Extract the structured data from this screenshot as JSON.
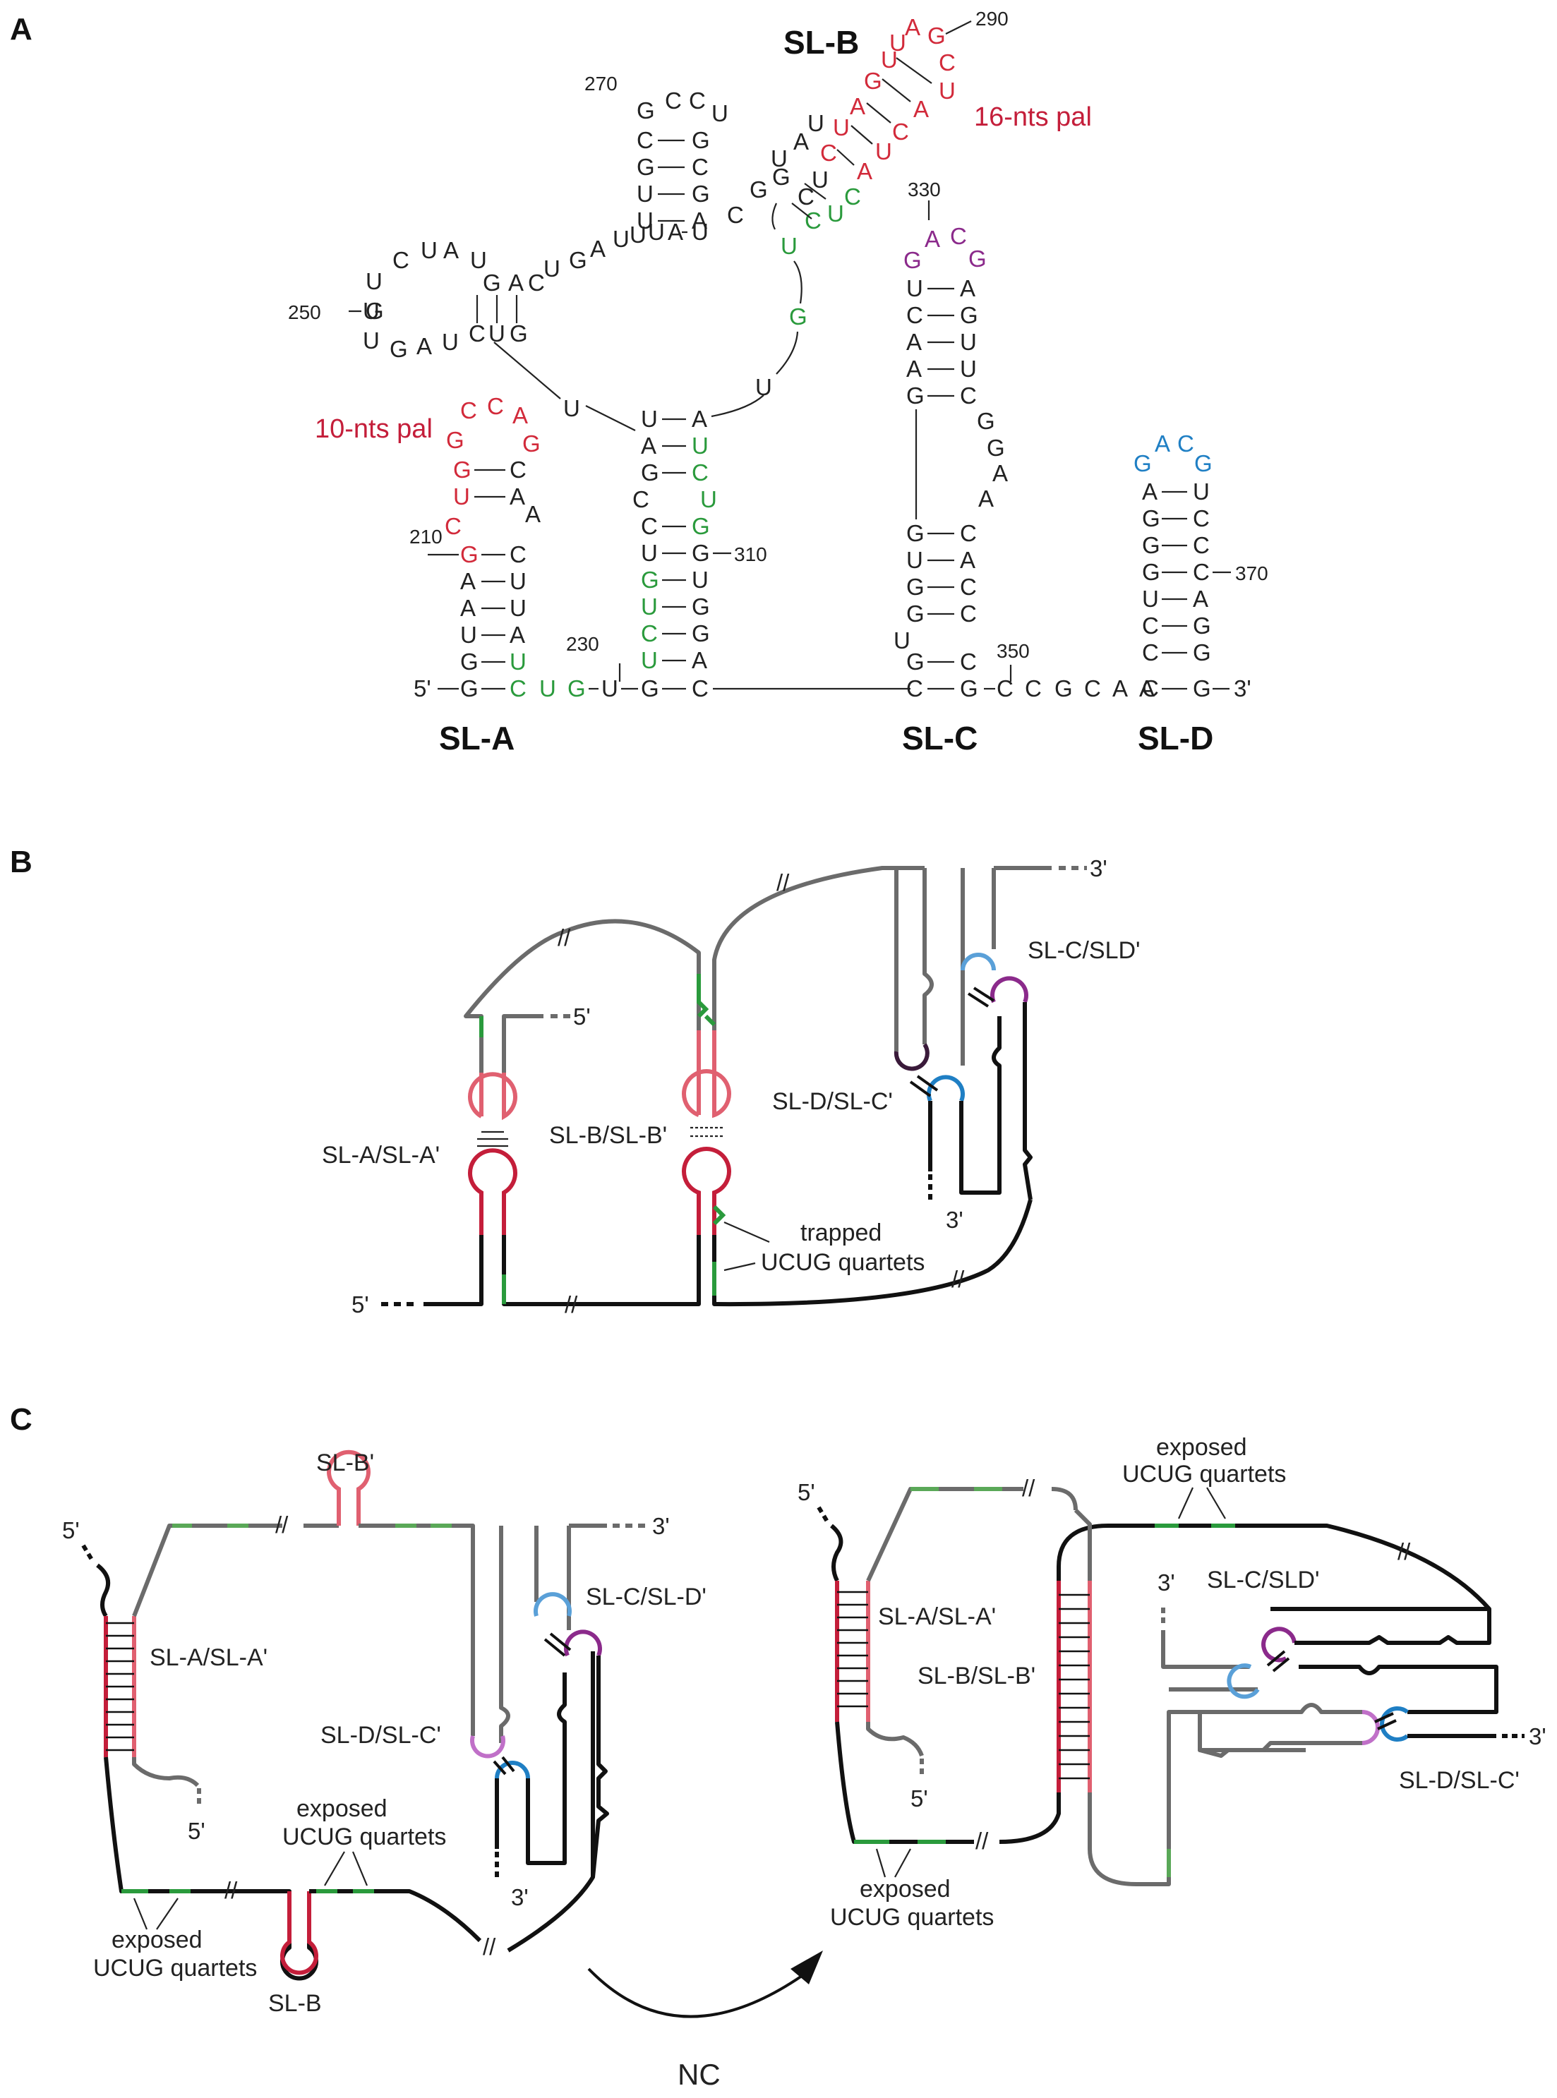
{
  "panels": {
    "a": "A",
    "b": "B",
    "c": "C"
  },
  "colors": {
    "red": "#d22a3a",
    "pink": "#e06070",
    "green": "#2a9a3c",
    "purple": "#8b2a8b",
    "blue": "#1f7fc4",
    "lightblue": "#5aa0d8",
    "grey": "#6b6b6b",
    "black": "#111111"
  },
  "panel_a": {
    "stem_labels": {
      "sla": "SL-A",
      "slb": "SL-B",
      "slc": "SL-C",
      "sld": "SL-D"
    },
    "pal10": "10-nts pal",
    "pal16": "16-nts pal",
    "ends": {
      "five": "5'",
      "three": "3'"
    },
    "numbers": {
      "n210": "210",
      "n230": "230",
      "n250": "250",
      "n270": "270",
      "n290": "290",
      "n310": "310",
      "n330": "330",
      "n350": "350",
      "n370": "370"
    }
  },
  "panel_b": {
    "labels": {
      "sla": "SL-A/SL-A'",
      "slb": "SL-B/SL-B'",
      "sld": "SL-D/SL-C'",
      "slc": "SL-C/SLD'",
      "trapped1": "trapped",
      "trapped2": "UCUG quartets"
    },
    "ends": {
      "five_top": "5'",
      "five_bottom": "5'",
      "three_top": "3'",
      "three_inner": "3'"
    }
  },
  "panel_c": {
    "left": {
      "sla": "SL-A/SL-A'",
      "slb_top": "SL-B'",
      "slb_bottom": "SL-B",
      "sld": "SL-D/SL-C'",
      "slc": "SL-C/SL-D'",
      "exposed_top_1": "exposed",
      "exposed_top_2": "UCUG quartets",
      "exposed_bottom_1": "exposed",
      "exposed_bottom_2": "UCUG quartets",
      "five_top": "5'",
      "five_inner": "5'",
      "three_top": "3'",
      "three_inner": "3'"
    },
    "right": {
      "sla": "SL-A/SL-A'",
      "slb": "SL-B/SL-B'",
      "slc": "SL-C/SLD'",
      "sld": "SL-D/SL-C'",
      "exposed_top_1": "exposed",
      "exposed_top_2": "UCUG quartets",
      "exposed_bottom_1": "exposed",
      "exposed_bottom_2": "UCUG quartets",
      "five_top": "5'",
      "five_inner": "5'",
      "three_right": "3'",
      "three_inner": "3'"
    },
    "arrow_label": "NC"
  }
}
